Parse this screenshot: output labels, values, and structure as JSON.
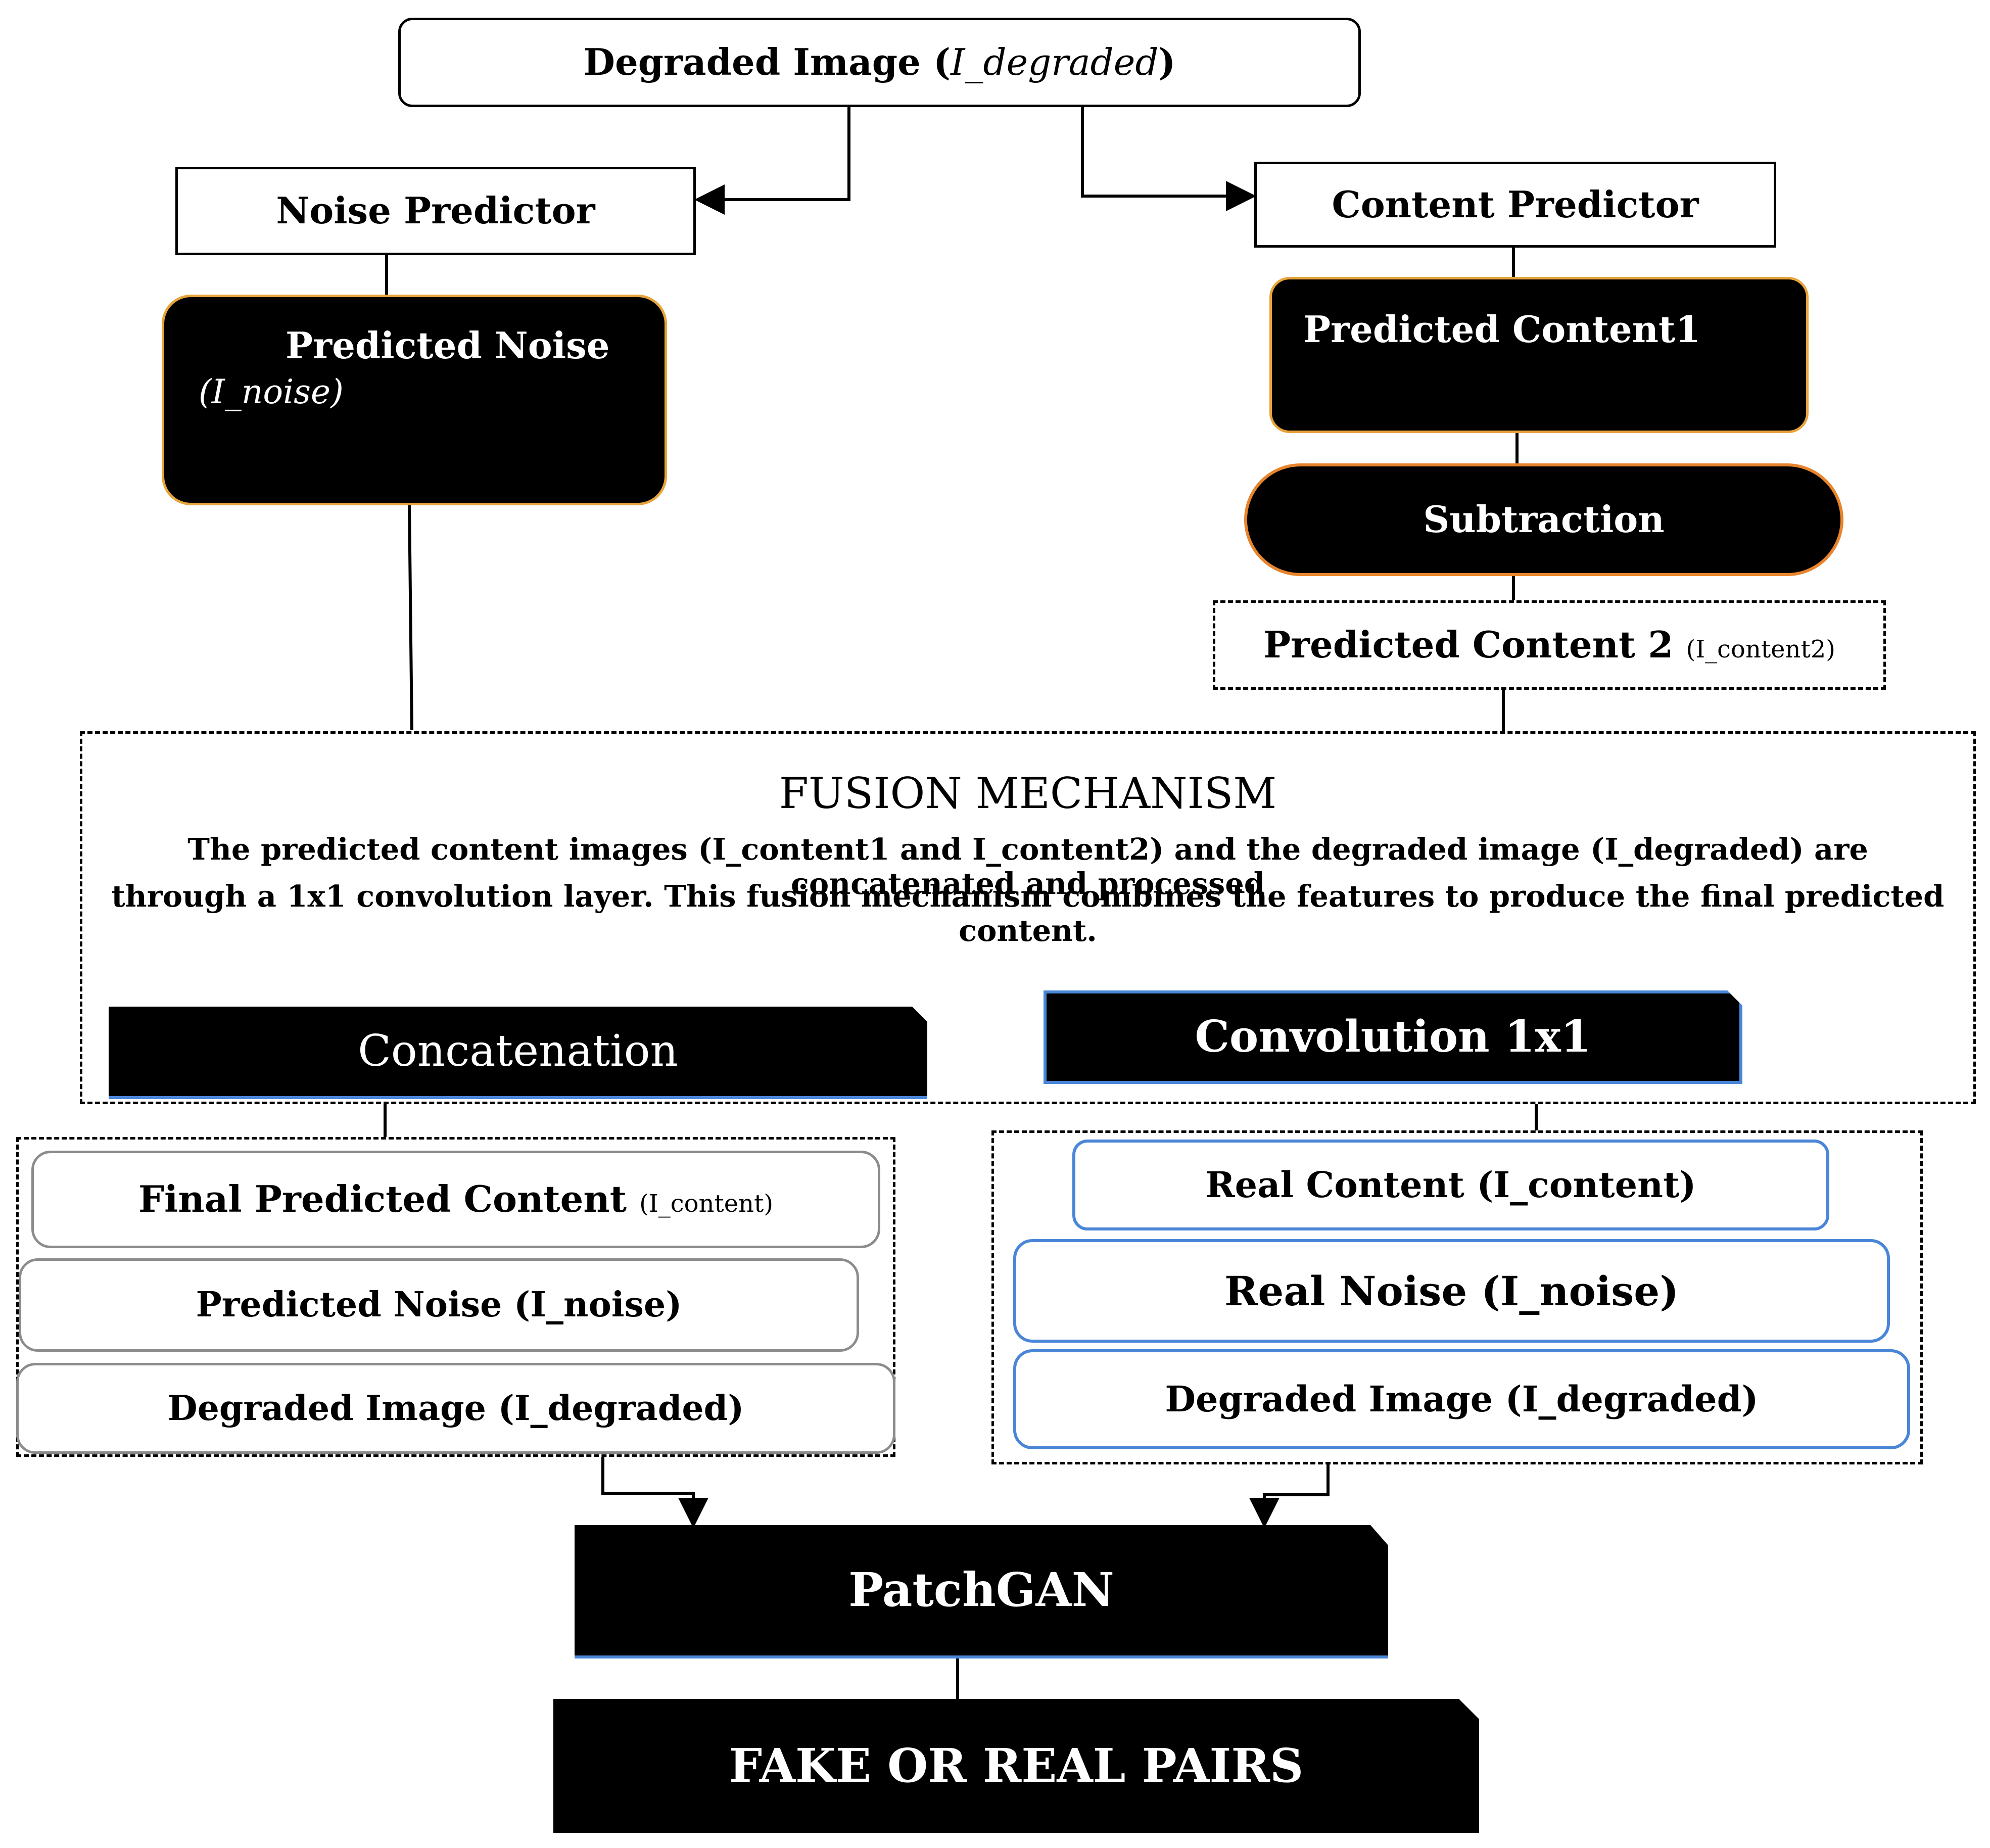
{
  "degraded_top": {
    "prefix": "Degraded Image (",
    "var": "I_degraded",
    "suffix": ")"
  },
  "noise_predictor": {
    "label": "Noise Predictor"
  },
  "content_predictor": {
    "label": "Content Predictor"
  },
  "predicted_noise": {
    "label": "Predicted Noise",
    "var": "(I_noise)"
  },
  "predicted_content1": {
    "label": "Predicted Content1"
  },
  "subtraction": {
    "label": "Subtraction"
  },
  "predicted_content2": {
    "label": "Predicted Content 2",
    "var": "(I_content2)"
  },
  "fusion": {
    "title": "FUSION MECHANISM",
    "line1": "The predicted content images (I_content1 and I_content2) and the degraded image (I_degraded) are concatenated and processed",
    "line2": "through a 1x1 convolution layer. This fusion mechanism combines the features to produce the final predicted content."
  },
  "concatenation": {
    "label": "Concatenation"
  },
  "convolution": {
    "label": "Convolution 1x1"
  },
  "fake_stack": {
    "final_content": {
      "label": "Final Predicted Content",
      "var": "(I_content)"
    },
    "predicted_noise": {
      "label": "Predicted Noise (I_noise)"
    },
    "degraded": {
      "label": "Degraded Image (I_degraded)"
    }
  },
  "real_stack": {
    "real_content": {
      "label": "Real Content (I_content)"
    },
    "real_noise": {
      "label": "Real Noise (I_noise)"
    },
    "degraded": {
      "label": "Degraded Image (I_degraded)"
    }
  },
  "patchgan": {
    "label": "PatchGAN"
  },
  "output": {
    "label": "FAKE OR REAL PAIRS"
  },
  "colors": {
    "accent_orange": "#e8a33a",
    "accent_blue": "#4a86d8",
    "block": "#000000"
  }
}
